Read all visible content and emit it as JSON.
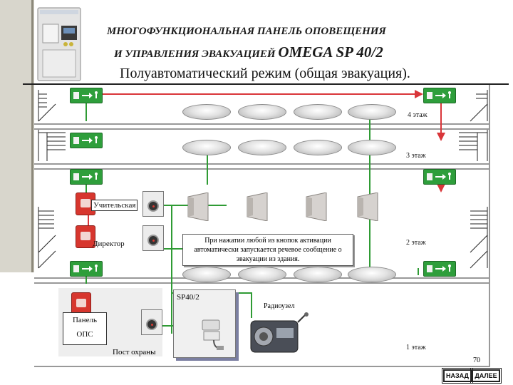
{
  "header": {
    "title_line1": "МНОГОФУНКЦИОНАЛЬНАЯ ПАНЕЛЬ ОПОВЕЩЕНИЯ",
    "title_line2": "И УПРАВЛЕНИЯ ЭВАКУАЦИЕЙ",
    "model": "OMEGA SP 40/2",
    "subtitle": "Полуавтоматический режим (общая эвакуация)."
  },
  "floors": {
    "floor4": "4 этаж",
    "floor3": "3 этаж",
    "floor2": "2 этаж",
    "floor1": "1 этаж"
  },
  "controls": {
    "teacher_room": "Учительская",
    "director": "Директор",
    "fire_panel_line1": "Панель",
    "fire_panel_line2": "ОПС",
    "guard_post": "Пост охраны",
    "sp_unit": "SP40/2",
    "radio_node": "Радиоузел"
  },
  "note": "При нажатии любой из кнопок активации автоматически запускается речевое сообщение о эвакуации из здания.",
  "footer": {
    "page_number": "70",
    "back_label": "НАЗАД",
    "next_label": "ДАЛЕЕ"
  },
  "colors": {
    "signal_line": "#2f9b34",
    "evac_route": "#d9363a",
    "exit_sign": "#2e9e3b",
    "call_point": "#d7362e"
  }
}
